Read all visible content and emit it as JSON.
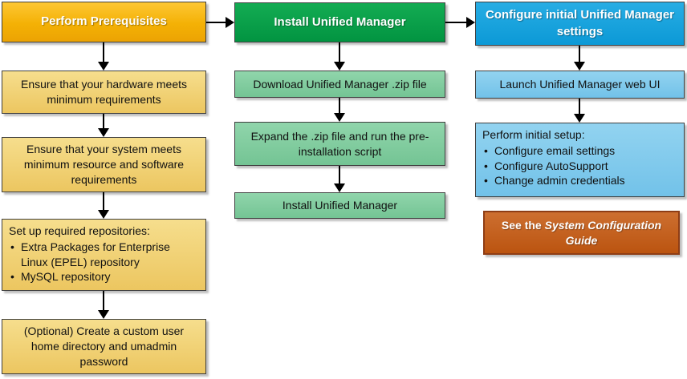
{
  "diagram": {
    "type": "flowchart",
    "colors": {
      "column1_accent": "#F4B105",
      "column1_step_fill": "#EFCF75",
      "column2_accent": "#029441",
      "column2_step_fill": "#82CC9F",
      "column3_accent": "#0C99D6",
      "column3_step_fill": "#82CAEC",
      "reference_fill": "#BB5410",
      "arrow_color": "#000000"
    },
    "columns": [
      {
        "header": "Perform Prerequisites",
        "steps": [
          {
            "text": "Ensure that your hardware meets minimum requirements"
          },
          {
            "text": "Ensure that your system meets minimum resource and software requirements"
          },
          {
            "title": "Set up required repositories:",
            "bullets": [
              "Extra Packages for Enterprise Linux (EPEL) repository",
              "MySQL repository"
            ]
          },
          {
            "text": "(Optional) Create a custom user home directory and umadmin password"
          }
        ]
      },
      {
        "header": "Install Unified Manager",
        "steps": [
          {
            "text": "Download Unified Manager .zip file"
          },
          {
            "text": "Expand the .zip file and run the pre-installation script"
          },
          {
            "text": "Install Unified Manager"
          }
        ]
      },
      {
        "header": "Configure initial Unified Manager settings",
        "steps": [
          {
            "text": "Launch Unified Manager web UI"
          },
          {
            "title": "Perform initial setup:",
            "bullets": [
              "Configure email settings",
              "Configure AutoSupport",
              "Change admin credentials"
            ]
          },
          {
            "prefix": "See the ",
            "reference_italic": "System Configuration Guide"
          }
        ]
      }
    ]
  }
}
